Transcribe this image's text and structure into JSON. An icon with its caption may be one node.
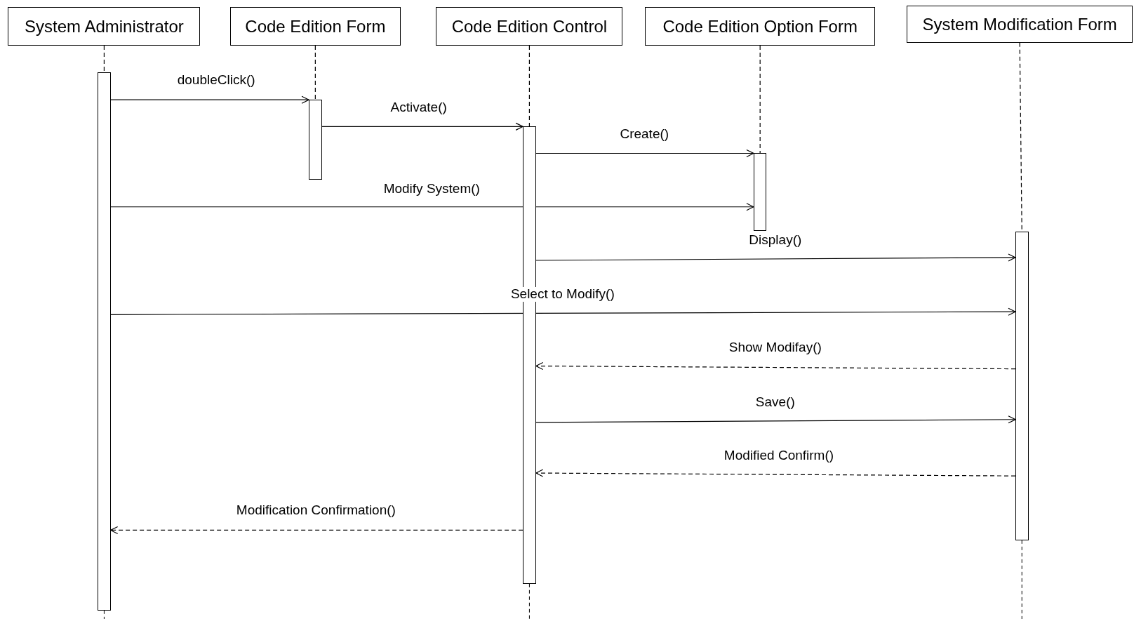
{
  "diagram": {
    "nodes": [
      {
        "text": [
          "System Administrator"
        ]
      },
      {
        "text": [
          "Code Edition Form"
        ]
      },
      {
        "text": [
          "Code Edition Control"
        ]
      },
      {
        "text": [
          "Code Edition Option Form"
        ]
      },
      {
        "text": [
          "System Modification Form"
        ]
      },
      {
        "text": [],
        "shape": "bar"
      },
      {
        "text": [],
        "shape": "bar"
      },
      {
        "text": [],
        "shape": "bar"
      },
      {
        "text": [],
        "shape": "bar"
      },
      {
        "text": [],
        "shape": "bar"
      }
    ],
    "edges": [
      {
        "from": 0,
        "to": 5,
        "arrow": "none",
        "style": "dashed"
      },
      {
        "from": 1,
        "to": 6,
        "arrow": "none",
        "style": "dashed"
      },
      {
        "from": 2,
        "to": 7,
        "arrow": "none",
        "style": "dashed"
      },
      {
        "from": 3,
        "to": 8,
        "arrow": "none",
        "style": "dashed"
      },
      {
        "from": 4,
        "to": 9,
        "arrow": "none",
        "style": "dashed"
      },
      {
        "from": 5,
        "to": 6,
        "arrow": "to",
        "label": "doubleClick()"
      },
      {
        "from": 6,
        "to": 7,
        "arrow": "to",
        "label": "Activate()"
      },
      {
        "from": 7,
        "to": 8,
        "arrow": "to",
        "label": "Create()"
      },
      {
        "from": 5,
        "to": 8,
        "arrow": "to",
        "label": "Modify System()"
      },
      {
        "from": 7,
        "to": 9,
        "arrow": "to",
        "label": "Display()"
      },
      {
        "from": 5,
        "to": 9,
        "arrow": "to",
        "label": "Select to Modify()"
      },
      {
        "from": 9,
        "to": 7,
        "arrow": "to",
        "label": "Show Modifay()",
        "style": "dashed"
      },
      {
        "from": 7,
        "to": 9,
        "arrow": "to",
        "label": "Save()"
      },
      {
        "from": 9,
        "to": 7,
        "arrow": "to",
        "label": "Modified Confirm()",
        "style": "dashed"
      },
      {
        "from": 7,
        "to": 5,
        "arrow": "to",
        "label": "Modification Confirmation()",
        "style": "dashed"
      }
    ]
  }
}
